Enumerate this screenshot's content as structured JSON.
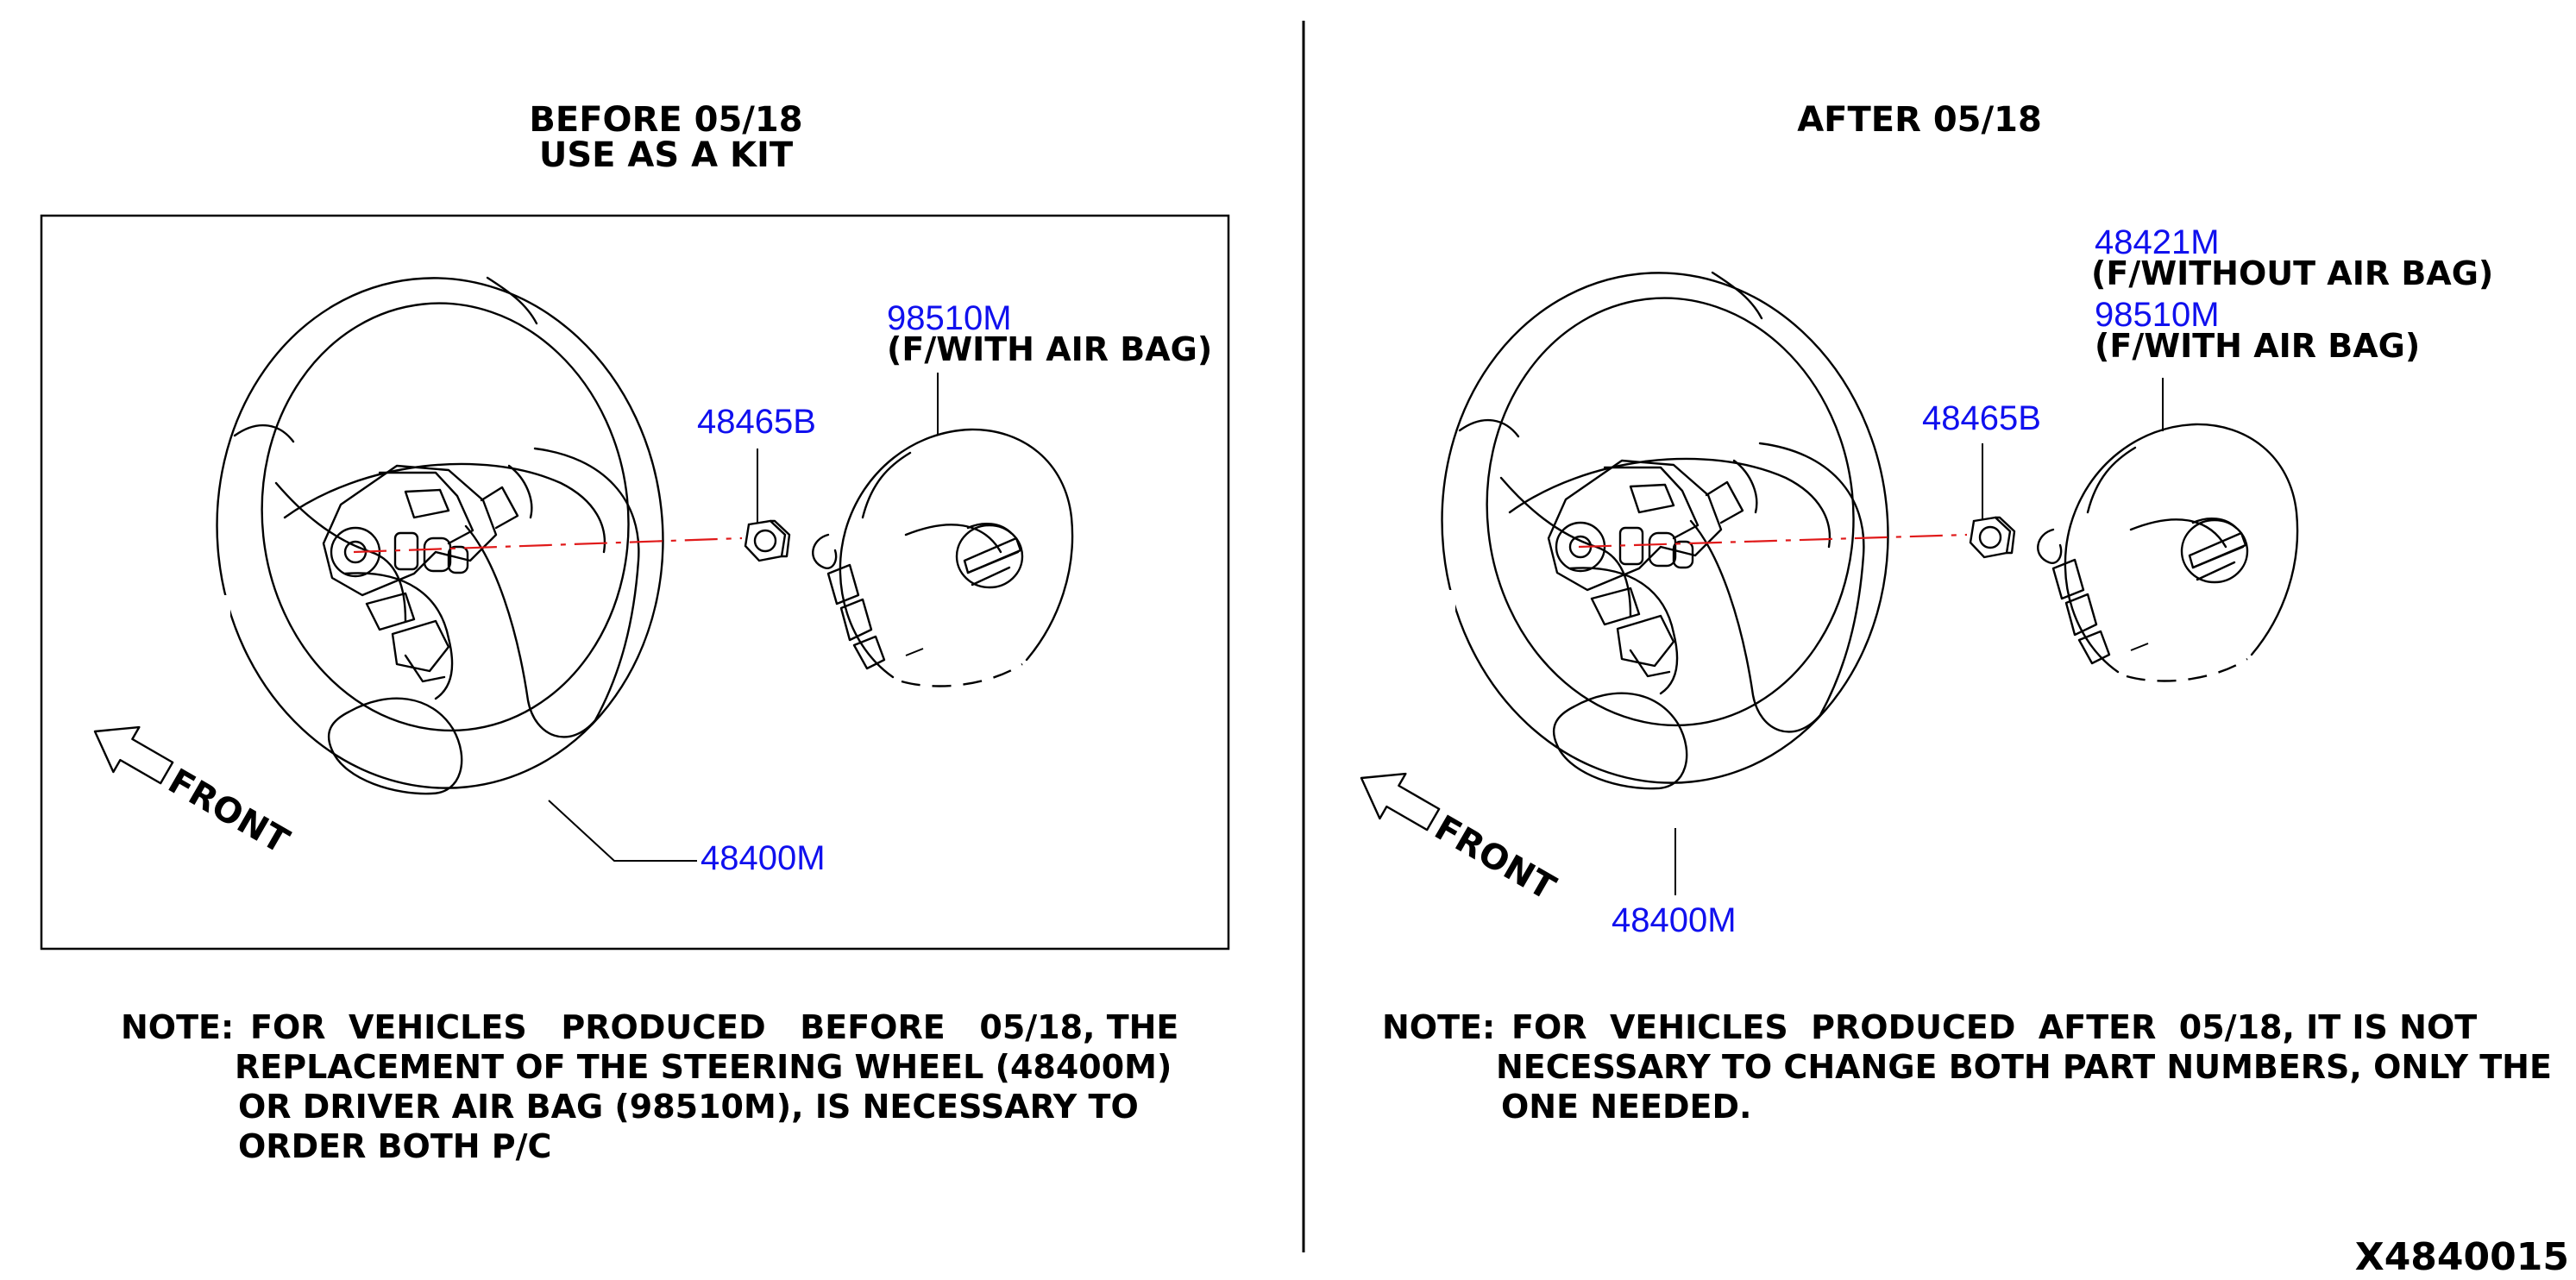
{
  "colors": {
    "part_number": "#1010ee",
    "centerline": "#e01a1a",
    "line": "#000000",
    "background": "#ffffff"
  },
  "before": {
    "title_line1": "BEFORE 05/18",
    "title_line2": "USE AS A KIT",
    "front_label": "FRONT",
    "parts": {
      "airbag_number": "98510M",
      "airbag_desc": "(F/WITH AIR BAG)",
      "nut_number": "48465B",
      "wheel_number": "48400M"
    },
    "note": {
      "prefix": "NOTE:",
      "line1": "FOR  VEHICLES   PRODUCED   BEFORE   05/18, THE",
      "line2": "REPLACEMENT OF THE STEERING WHEEL (48400M)",
      "line3": "OR DRIVER AIR BAG (98510M), IS NECESSARY TO",
      "line4": "ORDER BOTH P/C"
    }
  },
  "after": {
    "title": "AFTER 05/18",
    "front_label": "FRONT",
    "parts": {
      "pad_number": "48421M",
      "pad_desc": "(F/WITHOUT AIR BAG)",
      "airbag_number": "98510M",
      "airbag_desc": "(F/WITH AIR BAG)",
      "nut_number": "48465B",
      "wheel_number": "48400M"
    },
    "note": {
      "prefix": "NOTE:",
      "line1": "FOR  VEHICLES  PRODUCED  AFTER  05/18, IT IS NOT",
      "line2": "NECESSARY TO CHANGE BOTH PART NUMBERS, ONLY THE",
      "line3": "ONE NEEDED."
    }
  },
  "diagram_id": "X4840015"
}
